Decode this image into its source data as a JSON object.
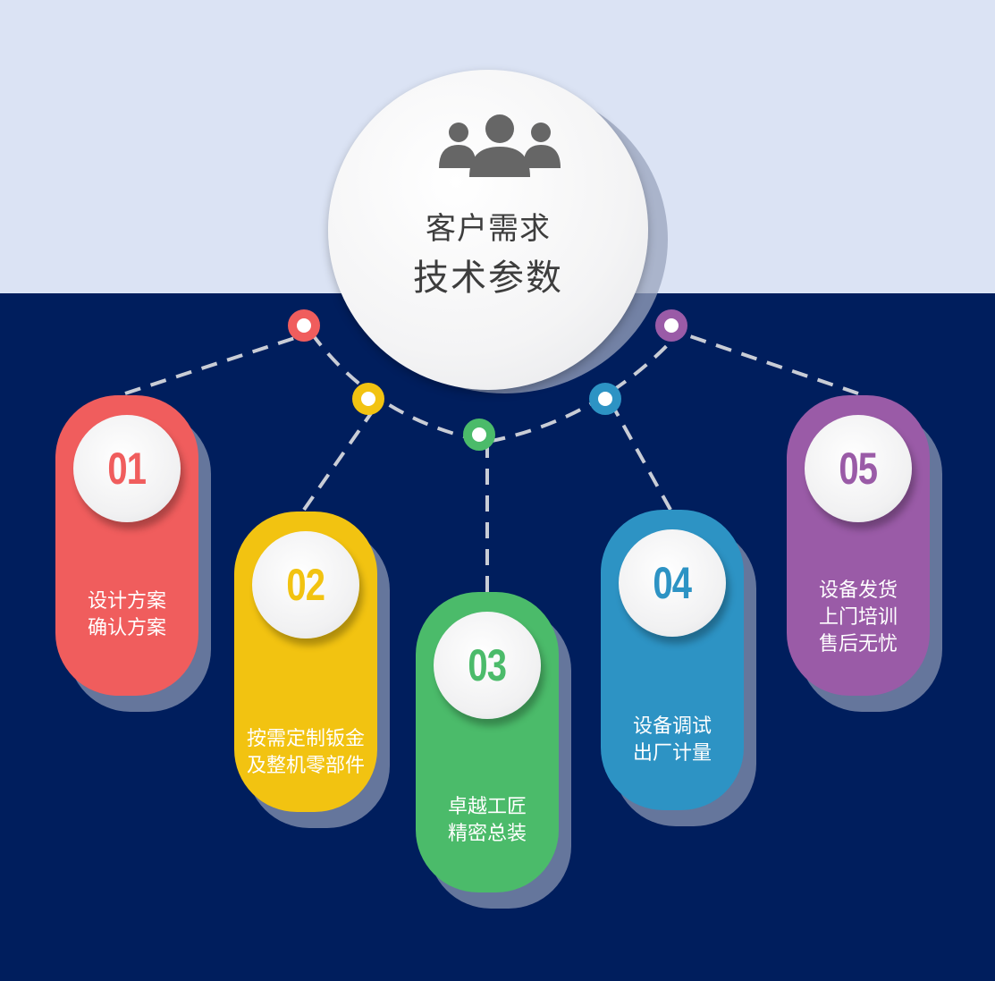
{
  "hub": {
    "icon": "users-group-icon",
    "line1": "客户需求",
    "line2": "技术参数"
  },
  "colors": {
    "top_background": "#dbe3f4",
    "bottom_background": "#001e5d",
    "step1": "#f05d5d",
    "step2": "#f2c311",
    "step3": "#4bbb6a",
    "step4": "#2d93c4",
    "step5": "#9a5ba7",
    "connector": "#c9cdd6"
  },
  "steps": [
    {
      "number": "01",
      "line1": "设计方案",
      "line2": "确认方案",
      "line3": ""
    },
    {
      "number": "02",
      "line1": "按需定制钣金",
      "line2": "及整机零部件",
      "line3": ""
    },
    {
      "number": "03",
      "line1": "卓越工匠",
      "line2": "精密总装",
      "line3": ""
    },
    {
      "number": "04",
      "line1": "设备调试",
      "line2": "出厂计量",
      "line3": ""
    },
    {
      "number": "05",
      "line1": "设备发货",
      "line2": "上门培训",
      "line3": "售后无忧"
    }
  ]
}
